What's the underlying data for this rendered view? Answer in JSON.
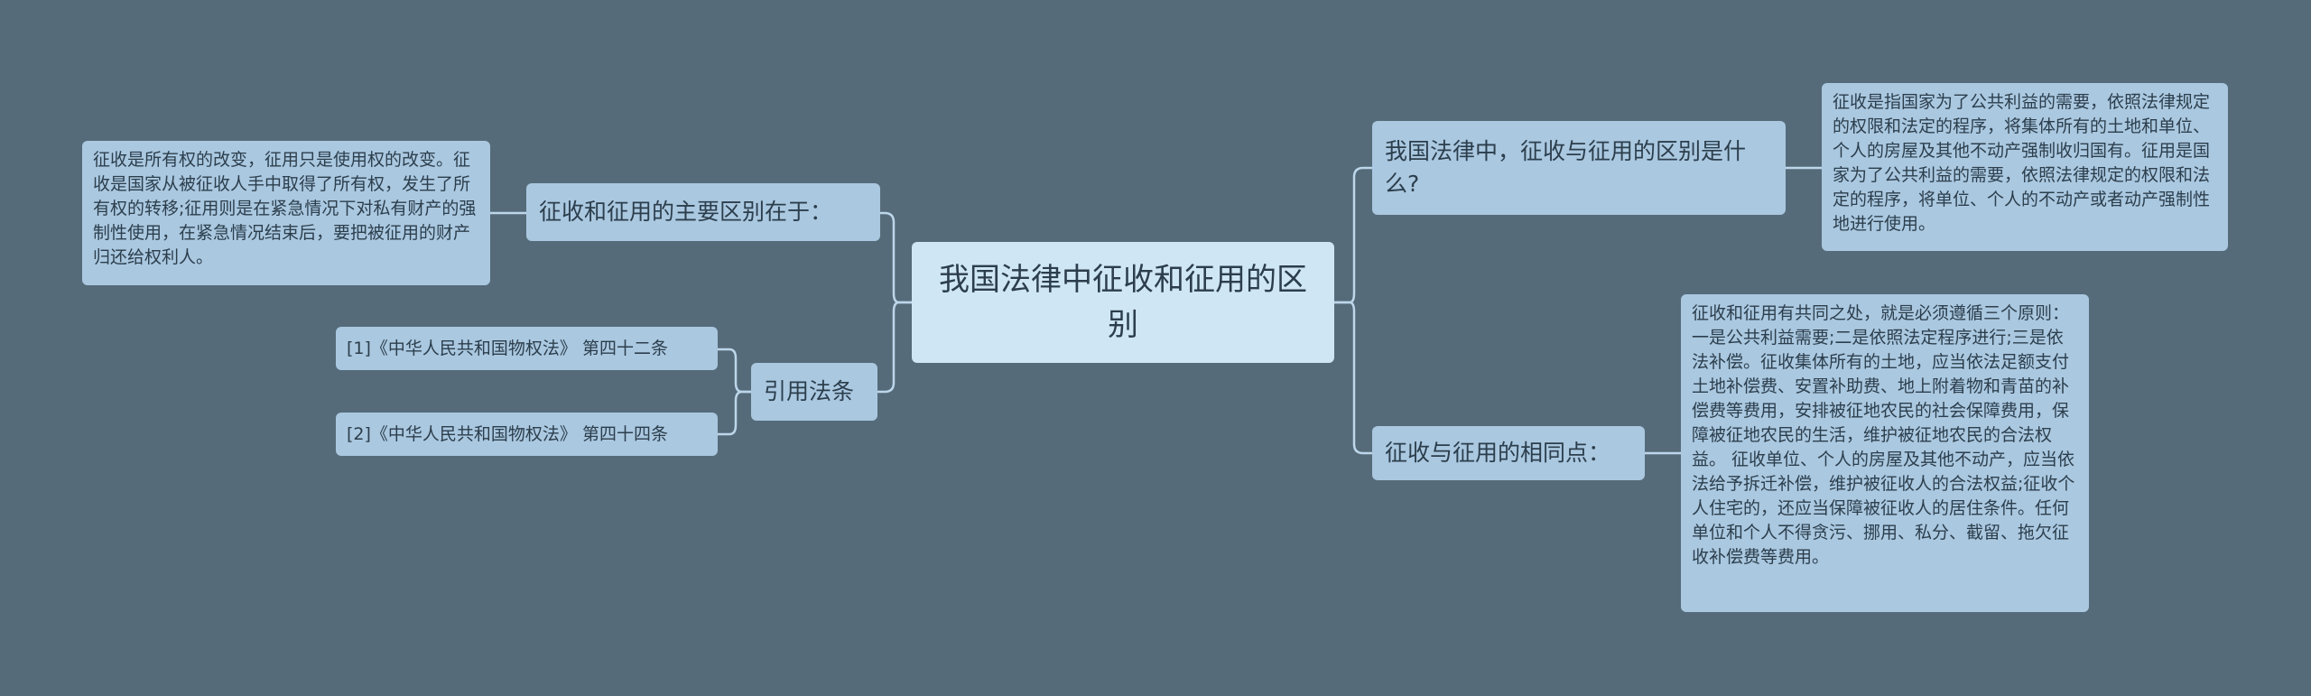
{
  "center": {
    "title": "我国法律中征收和征用的区别"
  },
  "left": {
    "main_difference": {
      "label": "征收和征用的主要区别在于：",
      "detail": "征收是所有权的改变，征用只是使用权的改变。征收是国家从被征收人手中取得了所有权，发生了所有权的转移;征用则是在紧急情况下对私有财产的强制性使用，在紧急情况结束后，要把被征用的财产归还给权利人。"
    },
    "citations": {
      "label": "引用法条",
      "items": [
        "[1]《中华人民共和国物权法》 第四十二条",
        "[2]《中华人民共和国物权法》 第四十四条"
      ]
    }
  },
  "right": {
    "question": {
      "label": "我国法律中，征收与征用的区别是什么?",
      "detail": "征收是指国家为了公共利益的需要，依照法律规定的权限和法定的程序，将集体所有的土地和单位、个人的房屋及其他不动产强制收归国有。征用是国家为了公共利益的需要，依照法律规定的权限和法定的程序，将单位、个人的不动产或者动产强制性地进行使用。"
    },
    "similarity": {
      "label": "征收与征用的相同点：",
      "detail": "征收和征用有共同之处，就是必须遵循三个原则： 一是公共利益需要;二是依照法定程序进行;三是依法补偿。征收集体所有的土地，应当依法足额支付土地补偿费、安置补助费、地上附着物和青苗的补偿费等费用，安排被征地农民的社会保障费用，保障被征地农民的生活，维护被征地农民的合法权益。 征收单位、个人的房屋及其他不动产，应当依法给予拆迁补偿，维护被征收人的合法权益;征收个人住宅的，还应当保障被征收人的居住条件。任何单位和个人不得贪污、挪用、私分、截留、拖欠征收补偿费等费用。"
    }
  },
  "colors": {
    "background": "#566b7a",
    "center_fill": "#cfe6f5",
    "node_fill": "#aac8e0",
    "link": "#bcd6ea",
    "text": "#2c3e4c"
  }
}
